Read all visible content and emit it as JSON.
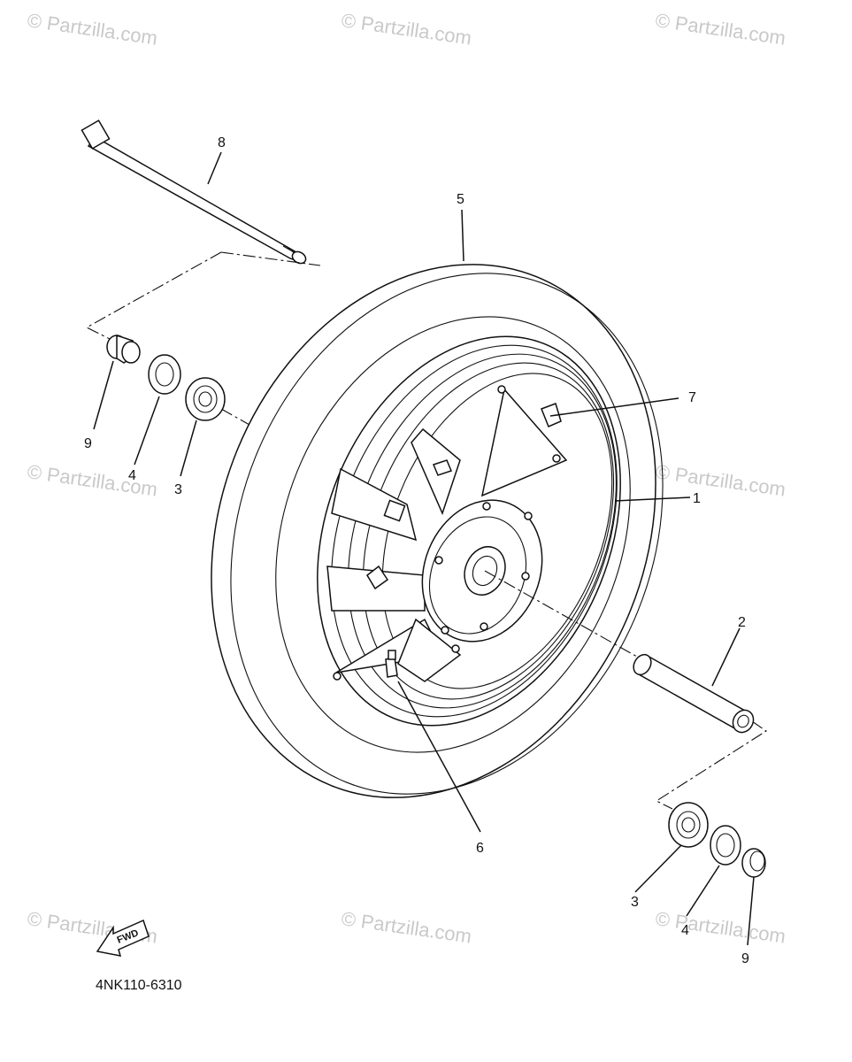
{
  "watermark": "© Partzilla.com",
  "diagram_code": "4NK110-6310",
  "fwd_label": "FWD",
  "callouts": {
    "c1": "1",
    "c2": "2",
    "c3a": "3",
    "c3b": "3",
    "c4a": "4",
    "c4b": "4",
    "c5": "5",
    "c6": "6",
    "c7": "7",
    "c8": "8",
    "c9a": "9",
    "c9b": "9"
  }
}
